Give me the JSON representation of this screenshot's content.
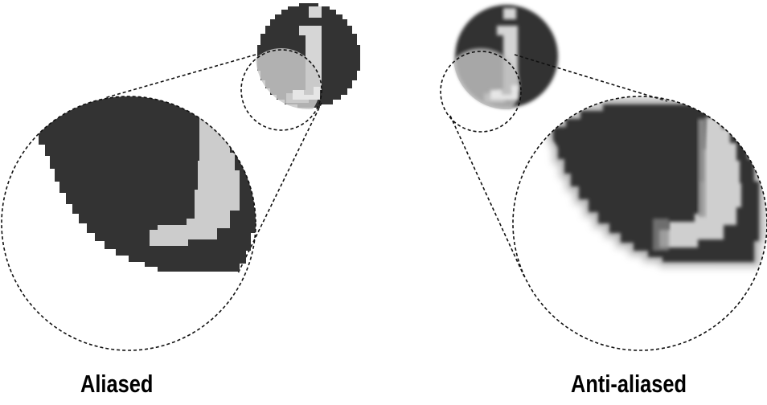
{
  "captions": {
    "aliased": "Aliased",
    "antialiased": "Anti-aliased"
  },
  "glyph": "j",
  "colors": {
    "dark": "#333333",
    "light": "#c8c8c8",
    "highlight": "#e2e2e2",
    "background": "#ffffff"
  }
}
